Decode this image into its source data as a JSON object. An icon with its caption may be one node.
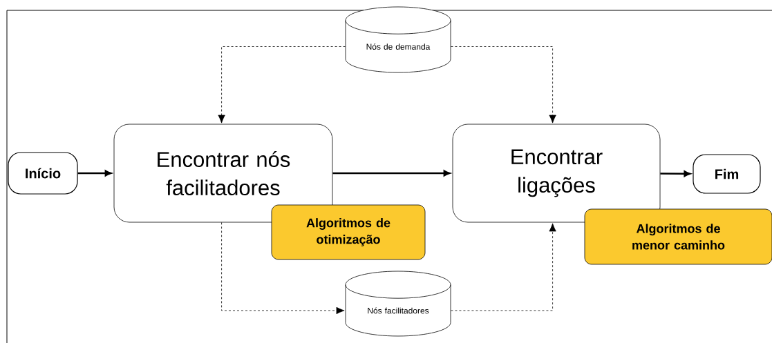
{
  "diagram": {
    "nodes": [
      {
        "text": [
          "Início"
        ]
      },
      {
        "text": [
          "Encontrar nós facilitadores"
        ]
      },
      {
        "text": [
          "Algoritmos de otimização"
        ]
      },
      {
        "text": [
          "Encontrar ligações"
        ]
      },
      {
        "text": [
          "Algoritmos de menor caminho"
        ]
      },
      {
        "text": [
          "Fim"
        ]
      },
      {
        "text": [
          "Nós de demanda"
        ]
      },
      {
        "text": [
          "Nós facilitadores"
        ]
      }
    ],
    "edges": [
      {
        "from": 0,
        "to": 1,
        "arrow": "to",
        "style": "thick"
      },
      {
        "from": 1,
        "to": 3,
        "arrow": "to",
        "style": "thick"
      },
      {
        "from": 3,
        "to": 5,
        "arrow": "to",
        "style": "thick"
      },
      {
        "from": 6,
        "to": 1,
        "arrow": "to",
        "style": "dashed"
      },
      {
        "from": 6,
        "to": 3,
        "arrow": "to",
        "style": "dashed"
      },
      {
        "from": 1,
        "to": 7,
        "arrow": "to",
        "style": "dashed"
      },
      {
        "from": 7,
        "to": 3,
        "arrow": "to",
        "style": "dashed"
      }
    ]
  }
}
